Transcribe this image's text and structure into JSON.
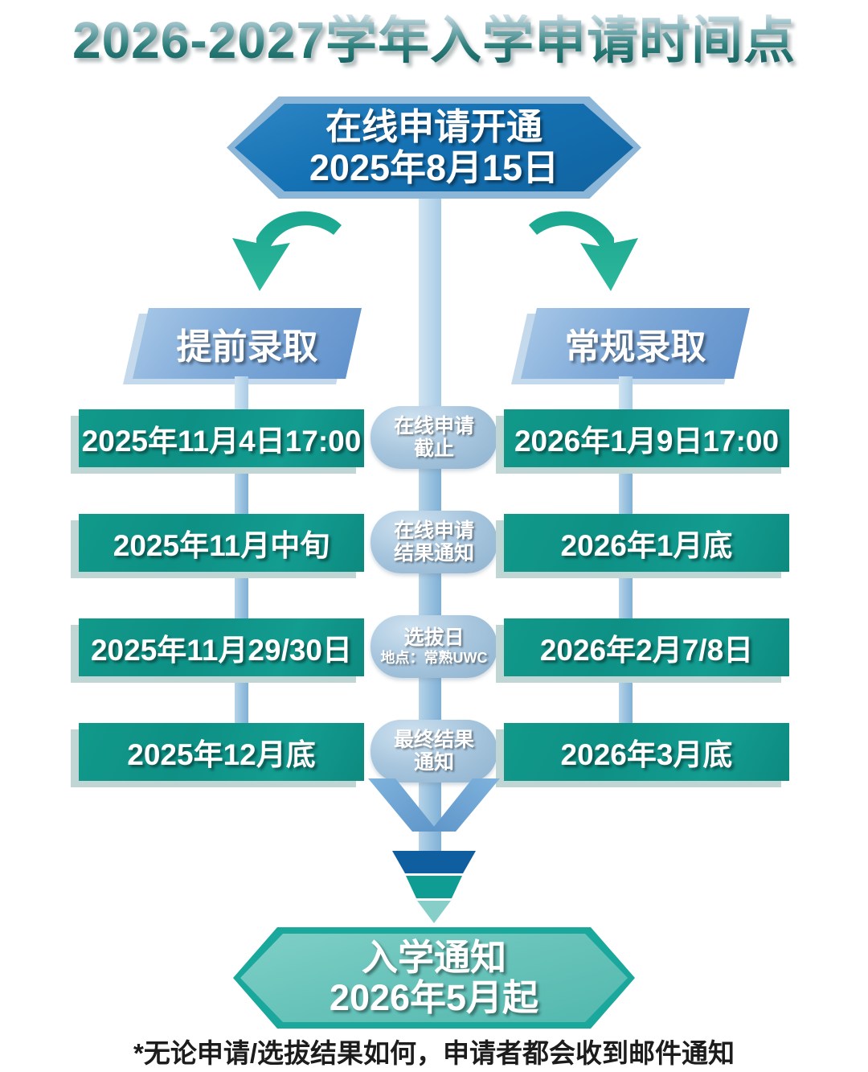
{
  "title": "2026-2027学年入学申请时间点",
  "top_banner": {
    "line1": "在线申请开通",
    "line2": "2025年8月15日"
  },
  "branches": {
    "early": {
      "label": "提前录取"
    },
    "regular": {
      "label": "常规录取"
    }
  },
  "stage_labels": [
    {
      "main": "在线申请",
      "main2": "截止",
      "sub": ""
    },
    {
      "main": "在线申请",
      "main2": "结果通知",
      "sub": ""
    },
    {
      "main": "选拔日",
      "main2": "",
      "sub": "地点：常熟UWC"
    },
    {
      "main": "最终结果",
      "main2": "通知",
      "sub": ""
    }
  ],
  "early_dates": [
    "2025年11月4日17:00",
    "2025年11月中旬",
    "2025年11月29/30日",
    "2025年12月底"
  ],
  "regular_dates": [
    "2026年1月9日17:00",
    "2026年1月底",
    "2026年2月7/8日",
    "2026年3月底"
  ],
  "final_banner": {
    "line1": "入学通知",
    "line2": "2026年5月起"
  },
  "footnote": "*无论申请/选拔结果如何，申请者都会收到邮件通知",
  "colors": {
    "title_teal": "#13605f",
    "banner_blue": "#1572b4",
    "branch_blue": "#7ea9d8",
    "bar_green": "#0e9085",
    "pill_blue": "#a8c6de",
    "final_teal": "#52b8ae",
    "connector_blue": "#9cc3e0"
  }
}
